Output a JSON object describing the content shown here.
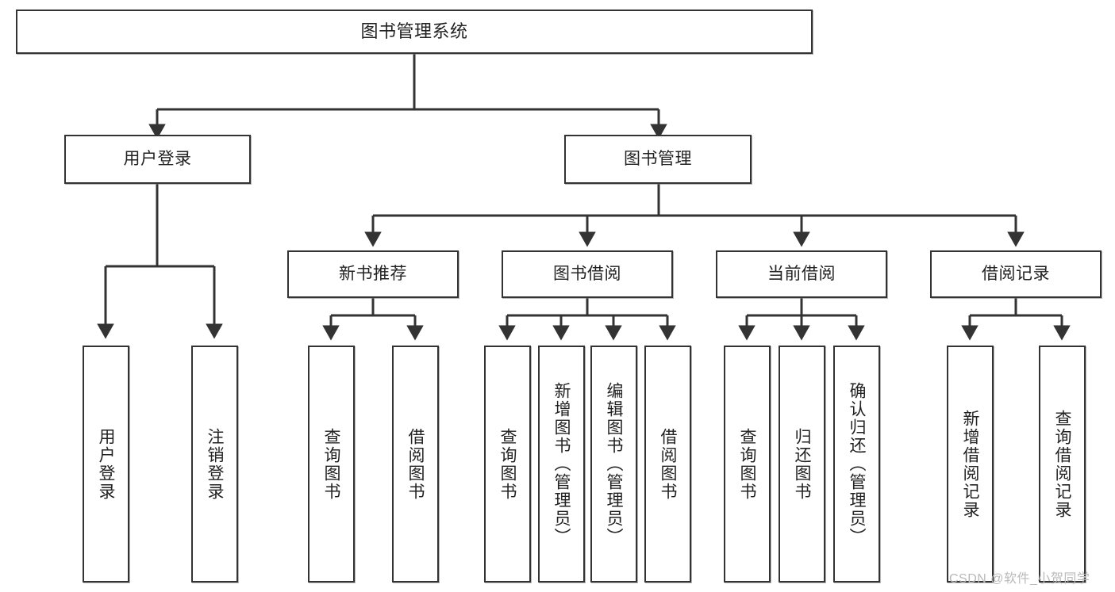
{
  "diagram": {
    "title": "图书管理系统",
    "type": "tree",
    "watermark": "CSDN @软件_小贺同学",
    "colors": {
      "box_border": "#333333",
      "box_fill": "#ffffff",
      "line": "#333333",
      "text": "#222222",
      "watermark": "#b9b9b9",
      "background": "#ffffff"
    },
    "levels": [
      {
        "level": 1,
        "nodes": [
          {
            "id": "root",
            "label": "图书管理系统",
            "orientation": "horizontal"
          }
        ]
      },
      {
        "level": 2,
        "nodes": [
          {
            "id": "user-login",
            "label": "用户登录",
            "orientation": "horizontal",
            "parent": "root"
          },
          {
            "id": "book-manage",
            "label": "图书管理",
            "orientation": "horizontal",
            "parent": "root"
          }
        ]
      },
      {
        "level": 3,
        "nodes": [
          {
            "id": "new-book-rec",
            "label": "新书推荐",
            "orientation": "horizontal",
            "parent": "book-manage"
          },
          {
            "id": "book-borrow",
            "label": "图书借阅",
            "orientation": "horizontal",
            "parent": "book-manage"
          },
          {
            "id": "current-borrow",
            "label": "当前借阅",
            "orientation": "horizontal",
            "parent": "book-manage"
          },
          {
            "id": "borrow-record",
            "label": "借阅记录",
            "orientation": "horizontal",
            "parent": "book-manage"
          }
        ]
      },
      {
        "level": 4,
        "nodes": [
          {
            "id": "leaf-user-login",
            "label": "用户登录",
            "orientation": "vertical",
            "parent": "user-login"
          },
          {
            "id": "leaf-logout",
            "label": "注销登录",
            "orientation": "vertical",
            "parent": "user-login"
          },
          {
            "id": "leaf-query-book-1",
            "label": "查询图书",
            "orientation": "vertical",
            "parent": "new-book-rec"
          },
          {
            "id": "leaf-borrow-book-1",
            "label": "借阅图书",
            "orientation": "vertical",
            "parent": "new-book-rec"
          },
          {
            "id": "leaf-query-book-2",
            "label": "查询图书",
            "orientation": "vertical",
            "parent": "book-borrow"
          },
          {
            "id": "leaf-add-book",
            "label": "新增图书（管理员）",
            "orientation": "vertical",
            "parent": "book-borrow"
          },
          {
            "id": "leaf-edit-book",
            "label": "编辑图书（管理员）",
            "orientation": "vertical",
            "parent": "book-borrow"
          },
          {
            "id": "leaf-borrow-book-2",
            "label": "借阅图书",
            "orientation": "vertical",
            "parent": "book-borrow"
          },
          {
            "id": "leaf-query-book-3",
            "label": "查询图书",
            "orientation": "vertical",
            "parent": "current-borrow"
          },
          {
            "id": "leaf-return-book",
            "label": "归还图书",
            "orientation": "vertical",
            "parent": "current-borrow"
          },
          {
            "id": "leaf-confirm-return",
            "label": "确认归还（管理员）",
            "orientation": "vertical",
            "parent": "current-borrow"
          },
          {
            "id": "leaf-add-record",
            "label": "新增借阅记录",
            "orientation": "vertical",
            "parent": "borrow-record"
          },
          {
            "id": "leaf-query-record",
            "label": "查询借阅记录",
            "orientation": "vertical",
            "parent": "borrow-record"
          }
        ]
      }
    ]
  }
}
